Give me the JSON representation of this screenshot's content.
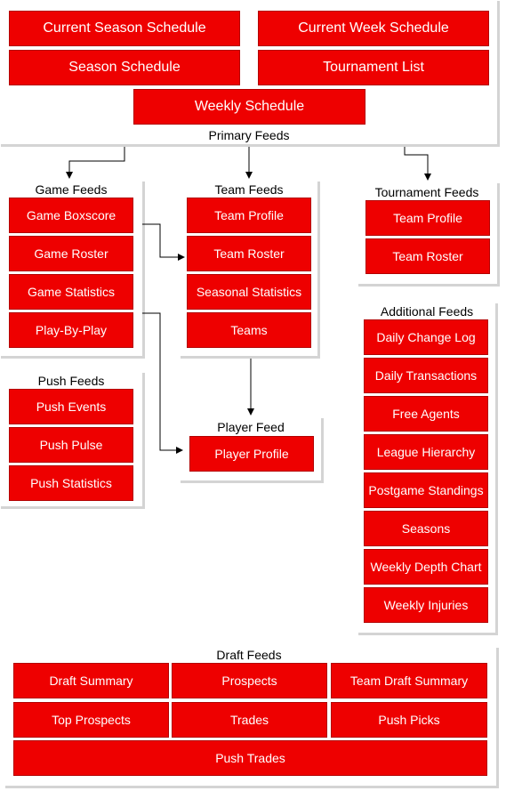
{
  "primary": {
    "label": "Primary Feeds",
    "items": [
      "Current Season Schedule",
      "Current Week Schedule",
      "Season Schedule",
      "Tournament List",
      "Weekly Schedule"
    ]
  },
  "game": {
    "label": "Game Feeds",
    "items": [
      "Game Boxscore",
      "Game Roster",
      "Game Statistics",
      "Play-By-Play"
    ]
  },
  "team": {
    "label": "Team Feeds",
    "items": [
      "Team Profile",
      "Team Roster",
      "Seasonal Statistics",
      "Teams"
    ]
  },
  "tournament": {
    "label": "Tournament Feeds",
    "items": [
      "Team Profile",
      "Team Roster"
    ]
  },
  "push": {
    "label": "Push Feeds",
    "items": [
      "Push Events",
      "Push Pulse",
      "Push Statistics"
    ]
  },
  "player": {
    "label": "Player Feed",
    "items": [
      "Player Profile"
    ]
  },
  "additional": {
    "label": "Additional Feeds",
    "items": [
      "Daily Change Log",
      "Daily Transactions",
      "Free Agents",
      "League Hierarchy",
      "Postgame Standings",
      "Seasons",
      "Weekly Depth Chart",
      "Weekly Injuries"
    ]
  },
  "draft": {
    "label": "Draft Feeds",
    "items": [
      "Draft Summary",
      "Prospects",
      "Team Draft Summary",
      "Top Prospects",
      "Trades",
      "Push Picks",
      "Push Trades"
    ]
  },
  "colors": {
    "button_fill": "#ee0000",
    "button_text": "#ffffff",
    "panel_shadow": "#d4d4d4"
  }
}
